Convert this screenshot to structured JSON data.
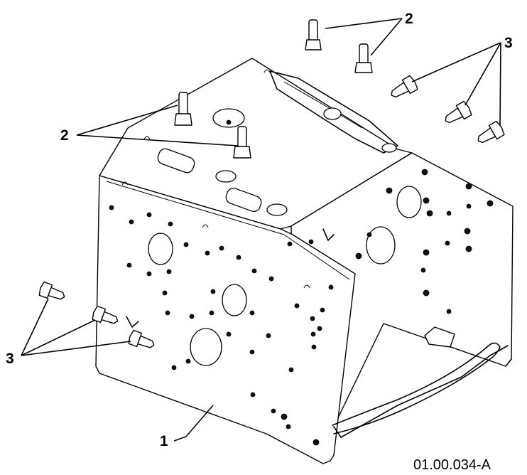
{
  "figure_id": "01.00.034-A",
  "callouts": {
    "frame": "1",
    "studs": "2",
    "bolts": "3"
  },
  "colors": {
    "line": "#000000",
    "background": "#ffffff"
  }
}
